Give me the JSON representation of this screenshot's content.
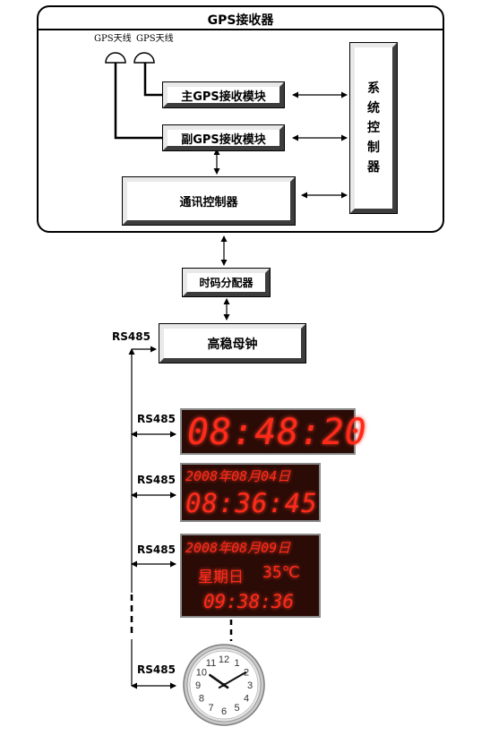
{
  "receiver": {
    "title": "GPS接收器",
    "antenna_labels": [
      "GPS天线",
      "GPS天线"
    ],
    "primary_module": "主GPS接收模块",
    "backup_module": "副GPS接收模块",
    "comm_controller": "通讯控制器",
    "system_controller_chars": [
      "系",
      "统",
      "控",
      "制",
      "器"
    ]
  },
  "time_code_distributor": "时码分配器",
  "master_clock": "高稳母钟",
  "interface_label": "RS485",
  "displays": {
    "display1_time": "08:48:20",
    "display2_date": "2008年08月04日",
    "display2_time": "08:36:45",
    "display3_date": "2008年08月09日",
    "display3_weekday": "星期日",
    "display3_temp": "35℃",
    "display3_time": "09:38:36"
  },
  "analog_clock": {
    "numbers": [
      "12",
      "1",
      "2",
      "3",
      "4",
      "5",
      "6",
      "7",
      "8",
      "9",
      "10",
      "11"
    ],
    "hour": 10,
    "minute": 10
  },
  "colors": {
    "led_red": "#ff2a1a",
    "led_background": "#2a0b06",
    "line": "#000000"
  }
}
